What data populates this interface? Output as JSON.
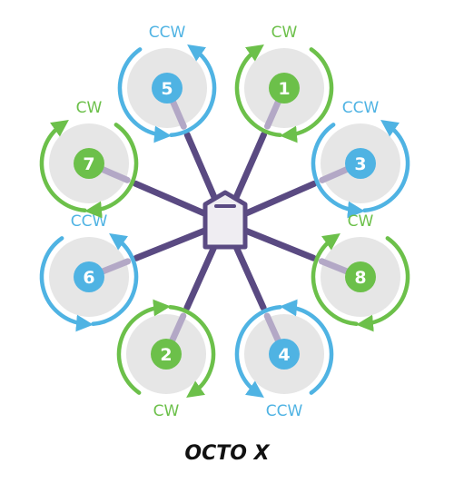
{
  "diagram": {
    "title": "OCTO X",
    "colors": {
      "cw": "#6cc04a",
      "ccw": "#4fb3e3",
      "arm": "#5a4a82",
      "prop_disc": "#e6e6e6",
      "body_fill": "#efedf2",
      "stub": "#b3a8c6"
    },
    "motors": [
      {
        "number": "1",
        "direction": "CW"
      },
      {
        "number": "2",
        "direction": "CW"
      },
      {
        "number": "3",
        "direction": "CCW"
      },
      {
        "number": "4",
        "direction": "CCW"
      },
      {
        "number": "5",
        "direction": "CCW"
      },
      {
        "number": "6",
        "direction": "CCW"
      },
      {
        "number": "7",
        "direction": "CW"
      },
      {
        "number": "8",
        "direction": "CW"
      }
    ]
  }
}
